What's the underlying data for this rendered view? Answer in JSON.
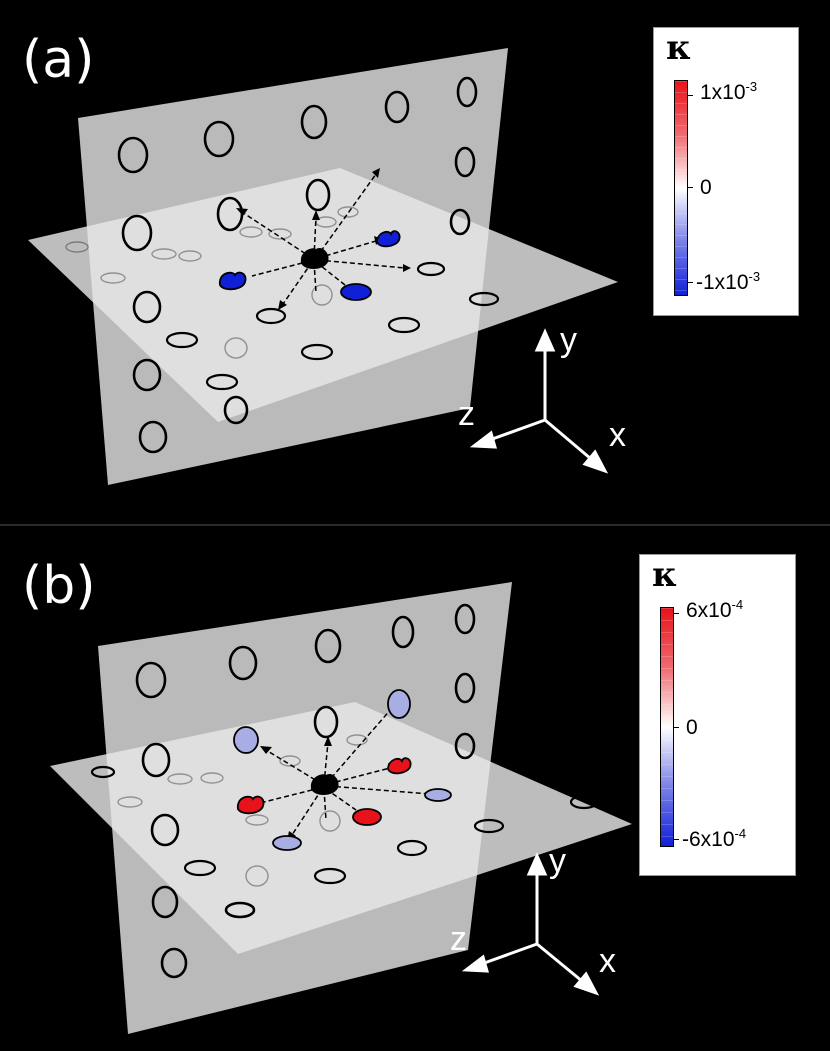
{
  "panels": [
    {
      "label": "(a)",
      "legend": {
        "symbol": "κ",
        "max_label": "1x10",
        "max_exp": "-3",
        "mid_label": "0",
        "min_label": "-1x10",
        "min_exp": "-3"
      },
      "axes": {
        "y": "y",
        "z": "z",
        "x": "x"
      }
    },
    {
      "label": "(b)",
      "legend": {
        "symbol": "κ",
        "max_label": "6x10",
        "max_exp": "-4",
        "mid_label": "0",
        "min_label": "-6x10",
        "min_exp": "-4"
      },
      "axes": {
        "y": "y",
        "z": "z",
        "x": "x"
      }
    }
  ],
  "colors": {
    "background": "#000000",
    "plane": "#d9d9d9",
    "positive": "#e8121a",
    "negative": "#1020d8",
    "weak_negative": "#9fa5e0",
    "center": "#000000"
  }
}
